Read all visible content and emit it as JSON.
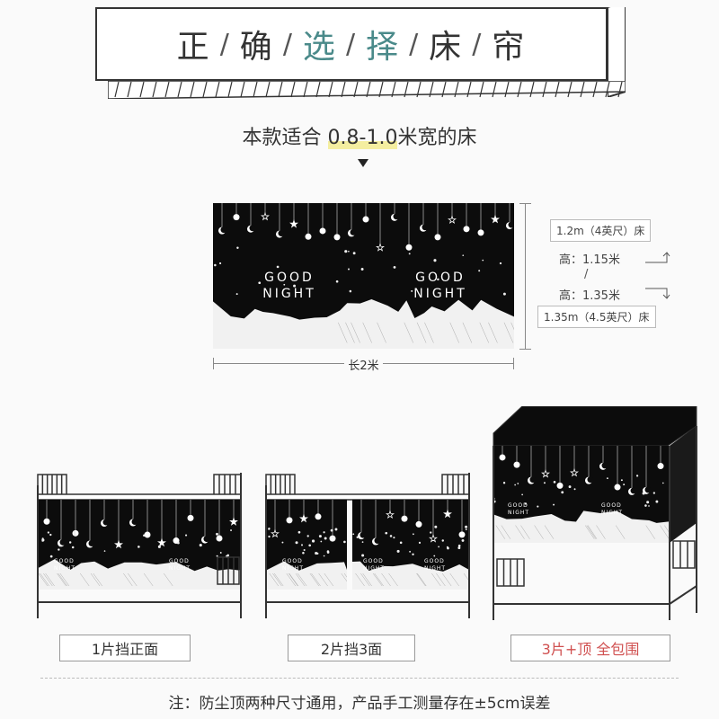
{
  "header": {
    "title_chars": [
      "正",
      "确",
      "选",
      "择",
      "床",
      "帘"
    ],
    "accent_indices": [
      2,
      3
    ],
    "accent_color": "#4a8a8a"
  },
  "subtitle": {
    "prefix": "本款适合 ",
    "highlight": "0.8-1.0",
    "suffix": "米宽的床"
  },
  "banner": {
    "text_line1": "GOOD",
    "text_line2": "NIGHT",
    "length_label": "长2米"
  },
  "sizes": {
    "bed_small": "1.2m（4英尺）床",
    "height_small": "高：1.15米",
    "slash": "/",
    "height_large": "高：1.35米",
    "bed_large": "1.35m（4.5英尺）床"
  },
  "options": [
    {
      "label": "1片挡正面"
    },
    {
      "label": "2片挡3面"
    },
    {
      "label": "3片+顶  全包围",
      "color": "#d05050"
    }
  ],
  "scene_text": {
    "line1": "GOOD",
    "line2": "NIGHT"
  },
  "note": "注：防尘顶两种尺寸通用，产品手工测量存在±5cm误差"
}
